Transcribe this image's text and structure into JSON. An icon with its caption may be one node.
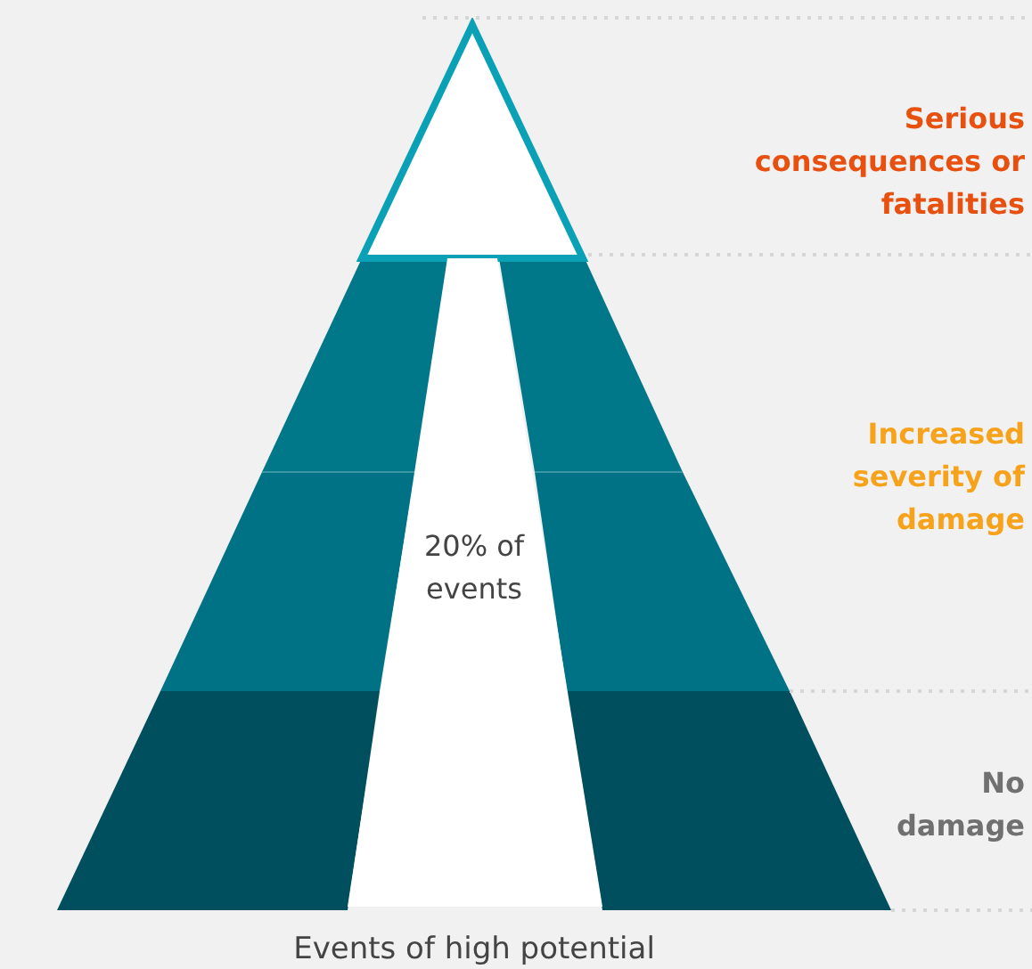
{
  "diagram": {
    "nodes": [
      {
        "text": [
          "20% of events"
        ]
      }
    ],
    "labels": [
      "Serious consequences or fatalities",
      "Increased severity of damage",
      "No damage",
      "Events of high potential"
    ]
  }
}
